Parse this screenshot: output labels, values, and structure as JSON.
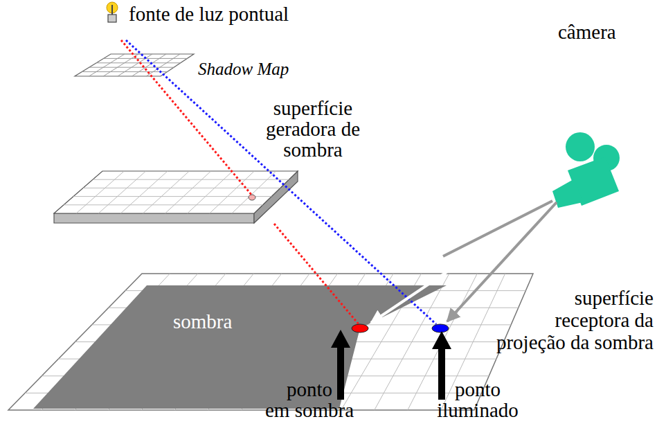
{
  "diagram": {
    "nodes": [
      {
        "text": [
          "sombra"
        ]
      }
    ],
    "labels": [
      "fonte de luz pontual",
      "Shadow Map",
      "superfície geradora de sombra",
      "câmera",
      "superfície receptora da projeção da sombra",
      "ponto em sombra",
      "ponto iluminado"
    ]
  }
}
